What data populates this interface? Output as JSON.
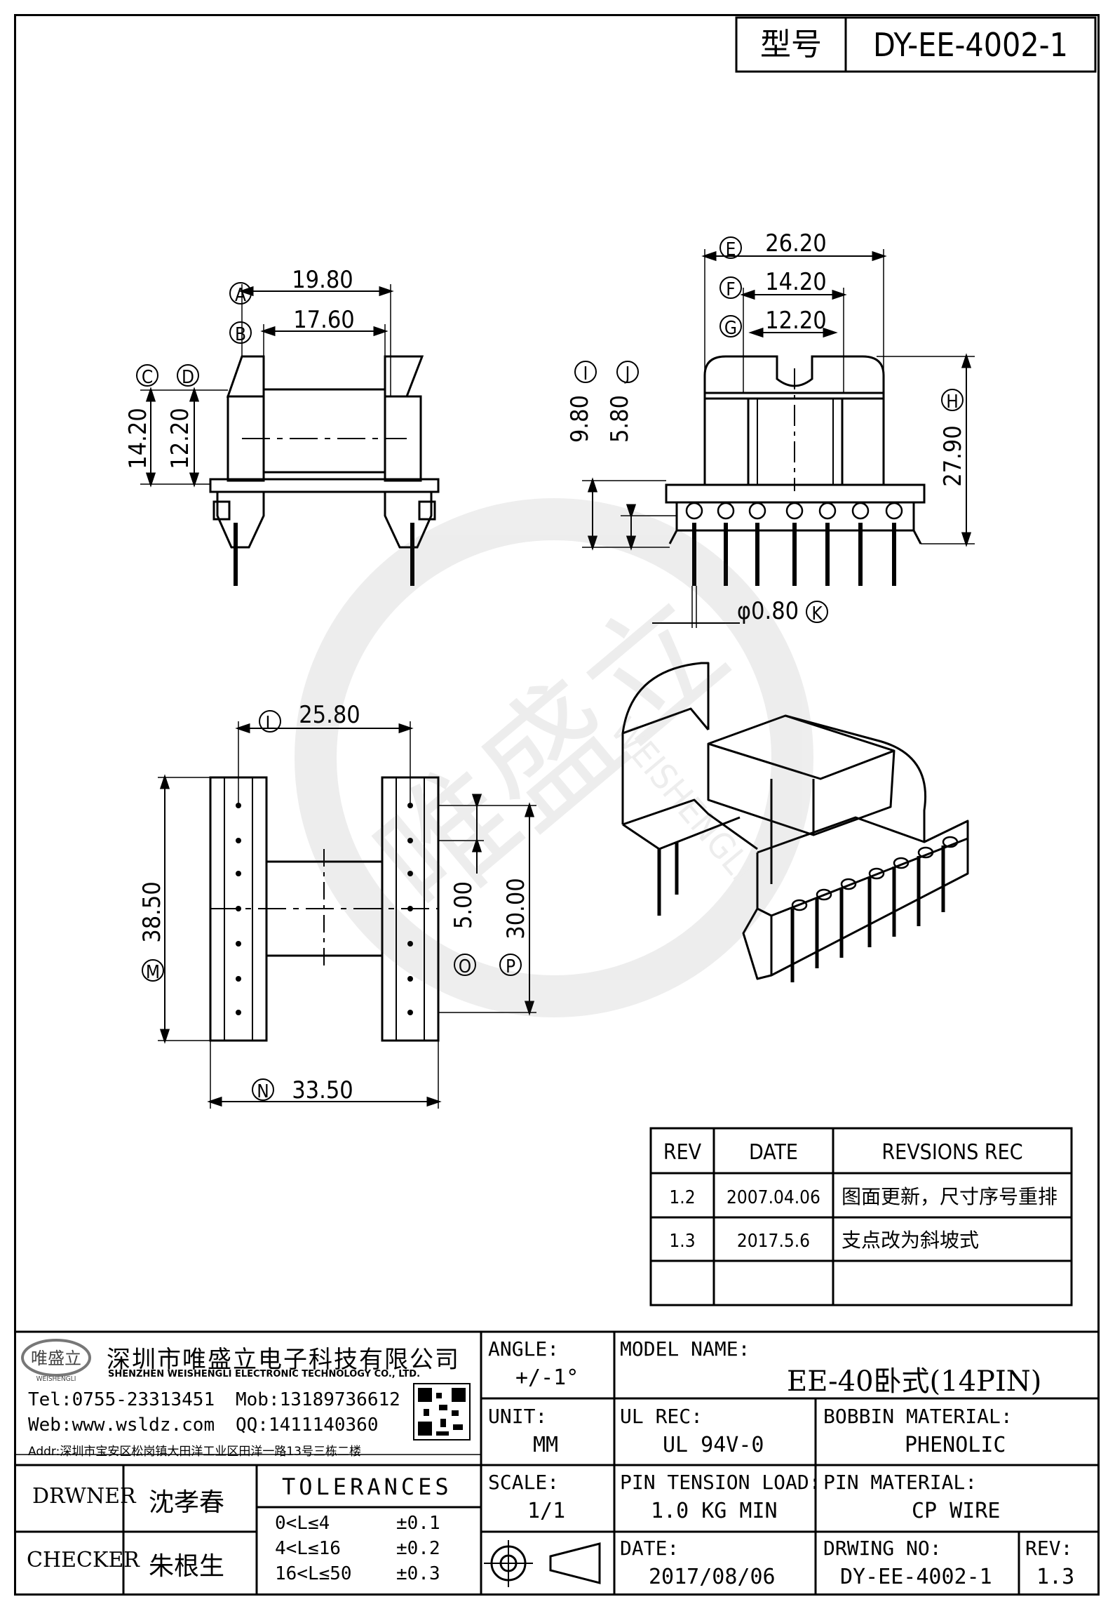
{
  "header": {
    "model_label": "型号",
    "model_value": "DY-EE-4002-1"
  },
  "watermark": {
    "logo_text": "唯盛立",
    "pinyin": "WEISHENGLI"
  },
  "views": {
    "side": {
      "A": "A",
      "A_val": "19.80",
      "B": "B",
      "B_val": "17.60",
      "C": "C",
      "C_val": "14.20",
      "D": "D",
      "D_val": "12.20"
    },
    "front": {
      "E": "E",
      "E_val": "26.20",
      "F": "F",
      "F_val": "14.20",
      "G": "G",
      "G_val": "12.20",
      "H": "H",
      "H_val": "27.90",
      "I": "I",
      "I_val": "9.80",
      "J": "J",
      "J_val": "5.80",
      "K": "K",
      "K_val": "φ0.80"
    },
    "bottom": {
      "L": "L",
      "L_val": "25.80",
      "M": "M",
      "M_val": "38.50",
      "N": "N",
      "N_val": "33.50",
      "O": "O",
      "O_val": "5.00",
      "P": "P",
      "P_val": "30.00"
    }
  },
  "revisions": {
    "headers": [
      "REV",
      "DATE",
      "REVSIONS REC"
    ],
    "rows": [
      [
        "1.2",
        "2007.04.06",
        "图面更新，尺寸序号重排"
      ],
      [
        "1.3",
        "2017.5.6",
        "支点改为斜坡式"
      ],
      [
        "",
        "",
        ""
      ]
    ]
  },
  "title_block": {
    "company_logo": "唯盛立",
    "company_logo_sub": "WEISHENGLI",
    "company_cn": "深圳市唯盛立电子科技有限公司",
    "company_en": "SHENZHEN WEISHENGLI ELECTRONIC TECHNOLOGY CO., LTD.",
    "tel": "Tel:0755-23313451",
    "mob": "Mob:13189736612",
    "web": "Web:www.wsldz.com",
    "qq": "QQ:1411140360",
    "addr": "Addr:深圳市宝安区松岗镇大田洋工业区田洋一路13号三栋二楼",
    "drwner_label": "DRWNER",
    "drwner_name": "沈孝春",
    "checker_label": "CHECKER",
    "checker_name": "朱根生",
    "tolerances_label": "TOLERANCES",
    "tolerances": [
      [
        "0<L≤4",
        "±0.1"
      ],
      [
        "4<L≤16",
        "±0.2"
      ],
      [
        "16<L≤50",
        "±0.3"
      ]
    ],
    "angle_label": "ANGLE:",
    "angle_value": "+/-1°",
    "unit_label": "UNIT:",
    "unit_value": "MM",
    "scale_label": "SCALE:",
    "scale_value": "1/1",
    "model_name_label": "MODEL NAME:",
    "model_name_value": "EE-40卧式(14PIN)",
    "ul_rec_label": "UL REC:",
    "ul_rec_value": "UL 94V-0",
    "bobbin_material_label": "BOBBIN MATERIAL:",
    "bobbin_material_value": "PHENOLIC",
    "pin_tension_label": "PIN TENSION LOAD:",
    "pin_tension_value": "1.0 KG MIN",
    "pin_material_label": "PIN MATERIAL:",
    "pin_material_value": "CP WIRE",
    "date_label": "DATE:",
    "date_value": "2017/08/06",
    "drwing_no_label": "DRWING NO:",
    "drwing_no_value": "DY-EE-4002-1",
    "rev_label": "REV:",
    "rev_value": "1.3"
  }
}
